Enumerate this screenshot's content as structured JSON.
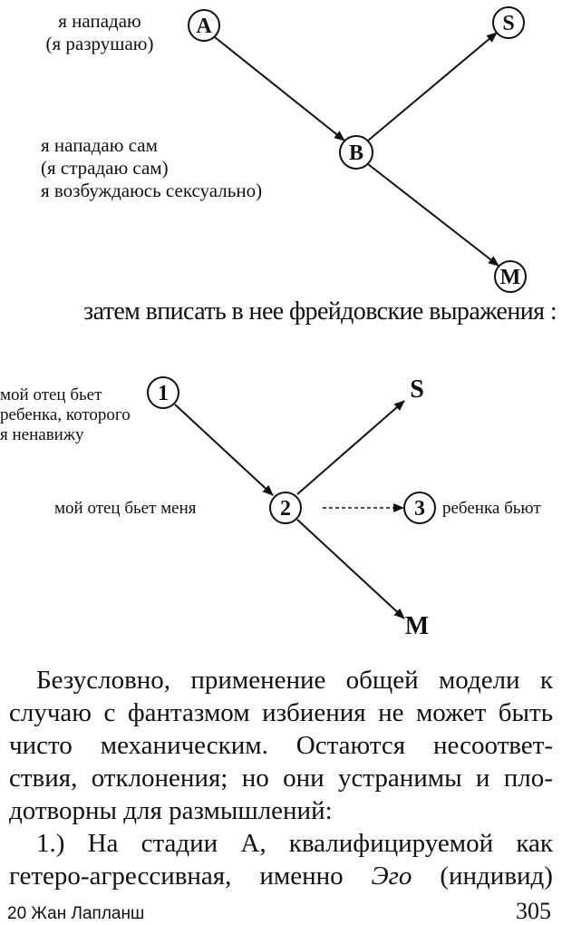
{
  "diagram1": {
    "nodes": {
      "a": "A",
      "b": "B",
      "s": "S",
      "m": "M"
    },
    "label_a": [
      "я нападаю",
      "(я разрушаю)"
    ],
    "label_b": [
      "я нападаю сам",
      "(я страдаю сам)",
      "я возбуждаюсь сексуально)"
    ]
  },
  "caption": "затем вписать в нее фрейдовские выражения :",
  "diagram2": {
    "nodes": {
      "n1": "1",
      "n2": "2",
      "n3": "3",
      "s": "S",
      "m": "M"
    },
    "label_1": [
      "мой отец бьет",
      "ребенка, которого",
      "я ненавижу"
    ],
    "label_2": "мой отец бьет меня",
    "label_3": "ребенка бьют"
  },
  "body": {
    "lines": [
      [
        "Безусловно,",
        "применение",
        "общей",
        "модели",
        "к"
      ],
      [
        "случаю",
        "с",
        "фантазмом",
        "избиения",
        "не",
        "может",
        "быть"
      ],
      [
        "чисто",
        "механическим.",
        "Остаются",
        "несоответ-"
      ],
      [
        "ствия,",
        "отклонения;",
        "но",
        "они",
        "устранимы",
        "и",
        "пло-"
      ],
      [
        "дотворны для размышлений:"
      ],
      [
        "1.)",
        "На",
        "стадии",
        "А,",
        "квалифицируемой",
        "как"
      ],
      [
        "гетеро-агрессивная,",
        "именно",
        "Эго",
        "(индивид)"
      ]
    ]
  },
  "footer": {
    "running_head": "20 Жан Лапланш",
    "page_number": "305"
  }
}
